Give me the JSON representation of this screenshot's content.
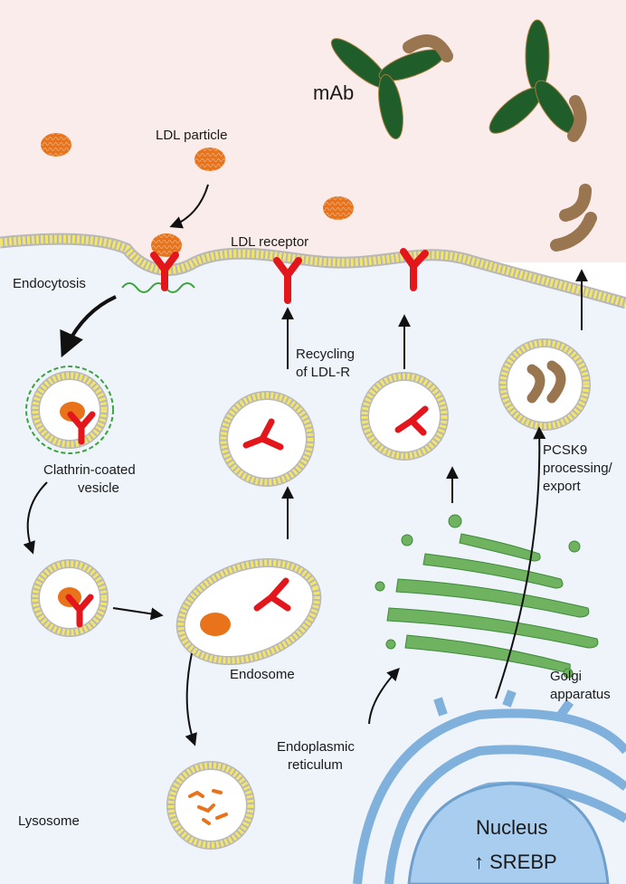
{
  "labels": {
    "mab": "mAb",
    "ldl_particle": "LDL particle",
    "ldl_receptor": "LDL receptor",
    "endocytosis": "Endocytosis",
    "recycling_line1": "Recycling",
    "recycling_line2": "of LDL-R",
    "clathrin_line1": "Clathrin-coated",
    "clathrin_line2": "vesicle",
    "endosome": "Endosome",
    "lysosome": "Lysosome",
    "pcsk9_line1": "PCSK9",
    "pcsk9_line2": "processing/",
    "pcsk9_line3": "export",
    "golgi_line1": "Golgi",
    "golgi_line2": "apparatus",
    "er_line1": "Endoplasmic",
    "er_line2": "reticulum",
    "nucleus": "Nucleus",
    "srebp": "↑ SREBP"
  },
  "colors": {
    "extracellular": "#fbecec",
    "intracellular": "#eef4fa",
    "membrane_bead": "#f2e56a",
    "receptor": "#e3161b",
    "ldl": "#e8731a",
    "antibody": "#1f5e2b",
    "pcsk9": "#9a7650",
    "clathrin": "#3aa53a",
    "golgi": "#6fb25f",
    "er": "#7fb1dc",
    "nucleus": "#a9cdee"
  }
}
